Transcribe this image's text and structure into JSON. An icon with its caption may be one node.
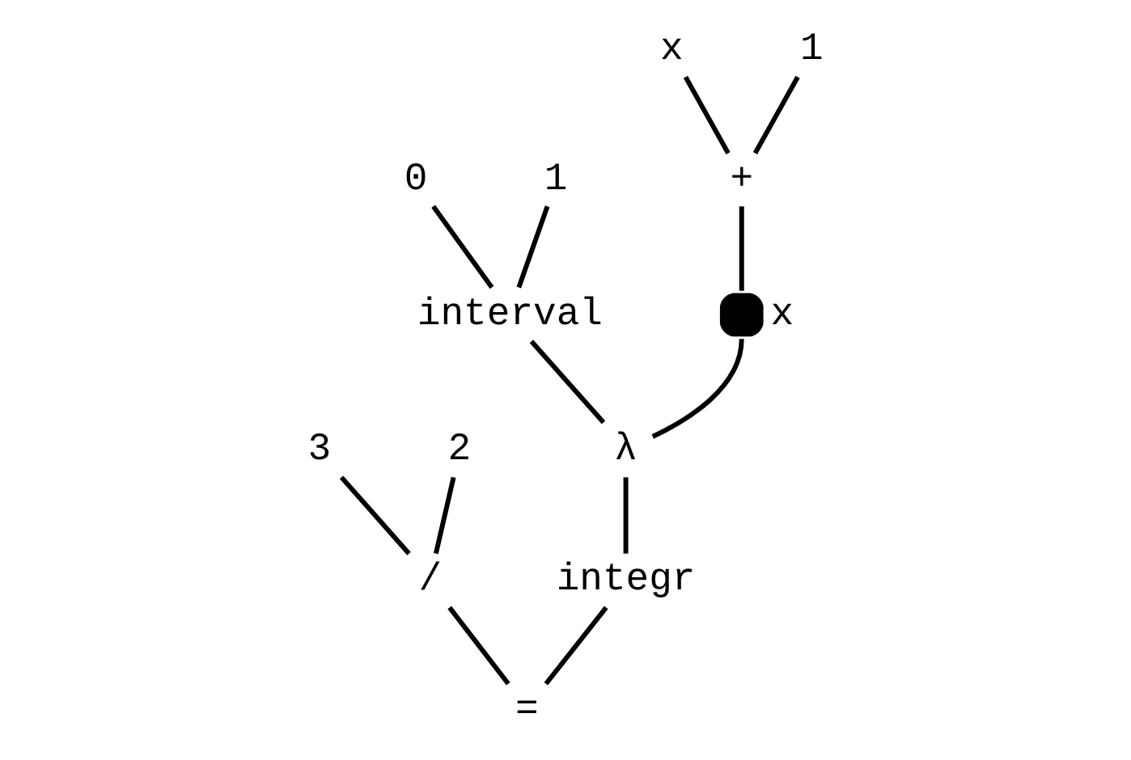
{
  "diagram": {
    "nodes": [
      {
        "text": [
          "0"
        ]
      },
      {
        "text": [
          "1"
        ]
      },
      {
        "text": [
          "x"
        ]
      },
      {
        "text": [
          "1"
        ]
      },
      {
        "text": [
          "interval"
        ]
      },
      {
        "text": [
          "+"
        ]
      },
      {
        "text": [
          "x"
        ]
      },
      {
        "text": [
          "3"
        ]
      },
      {
        "text": [
          "2"
        ]
      },
      {
        "text": [
          "/"
        ]
      },
      {
        "text": [
          "λ"
        ]
      },
      {
        "text": [
          "integr"
        ]
      },
      {
        "text": [
          "="
        ]
      }
    ],
    "edges": [
      {
        "from": 12,
        "to": 11,
        "arrow": "none"
      },
      {
        "from": 11,
        "to": 10,
        "arrow": "none"
      },
      {
        "from": 10,
        "to": 4,
        "arrow": "none"
      },
      {
        "from": 10,
        "to": 6,
        "arrow": "none"
      },
      {
        "from": 4,
        "to": 0,
        "arrow": "none"
      },
      {
        "from": 4,
        "to": 1,
        "arrow": "none"
      },
      {
        "from": 6,
        "to": 5,
        "arrow": "none"
      },
      {
        "from": 5,
        "to": 2,
        "arrow": "none"
      },
      {
        "from": 5,
        "to": 3,
        "arrow": "none"
      },
      {
        "from": 12,
        "to": 9,
        "arrow": "none"
      },
      {
        "from": 9,
        "to": 7,
        "arrow": "none"
      },
      {
        "from": 9,
        "to": 8,
        "arrow": "none"
      }
    ]
  }
}
